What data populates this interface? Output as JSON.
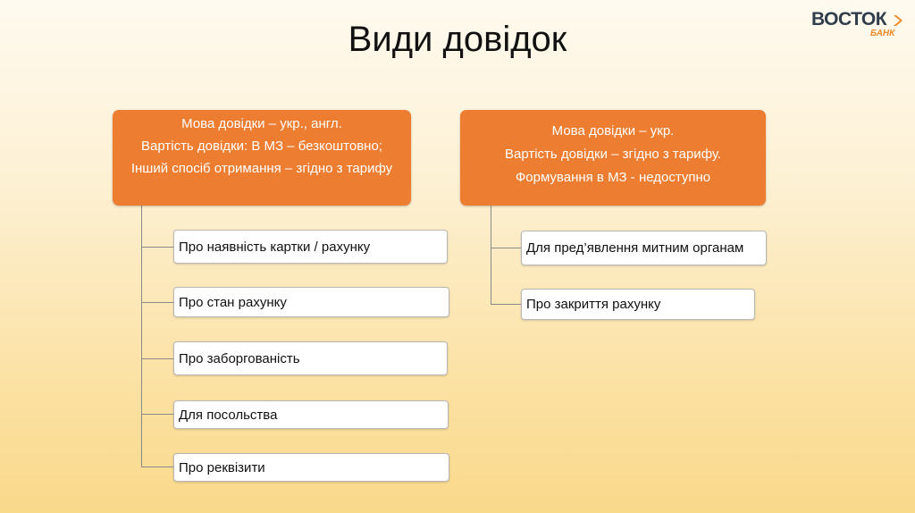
{
  "slide": {
    "title": "Види довідок"
  },
  "logo": {
    "word": "ВОСТОК",
    "sub": "БАНК"
  },
  "left_branch": {
    "parent_lines": [
      "Мова довідки – укр., англ.",
      "Вартість довідки: В МЗ – безкоштовно;",
      "Інший спосіб отримання – згідно з тарифу"
    ],
    "children": [
      "Про наявність картки / рахунку",
      "Про стан рахунку",
      "Про заборгованість",
      "Для посольства",
      "Про реквізити"
    ]
  },
  "right_branch": {
    "parent_lines": [
      "Мова довідки – укр.",
      "Вартість довідки – згідно з тарифу.",
      "Формування в МЗ - недоступно"
    ],
    "children": [
      "Для пред’явлення митним органам",
      "Про закриття рахунку"
    ]
  },
  "colors": {
    "parent_fill": "#ed7d31",
    "child_fill": "#ffffff",
    "connector": "#8a8a8a",
    "logo_dark": "#2f3e4c",
    "logo_accent": "#f08a2a"
  }
}
